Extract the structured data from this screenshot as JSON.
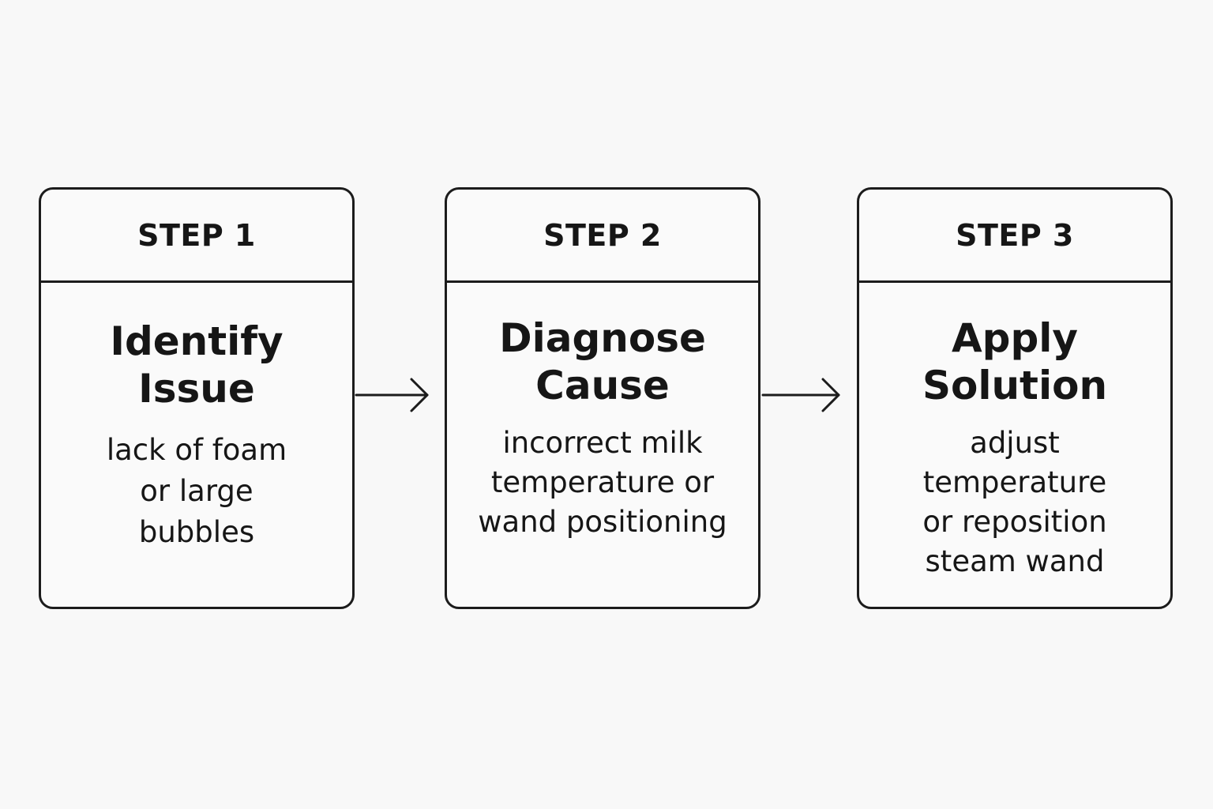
{
  "steps": [
    {
      "label": "STEP 1",
      "title": "Identify\nIssue",
      "description": "lack of foam\nor large\nbubbles"
    },
    {
      "label": "STEP 2",
      "title": "Diagnose\nCause",
      "description": "incorrect milk\ntemperature or\nwand positioning"
    },
    {
      "label": "STEP 3",
      "title": "Apply\nSolution",
      "description": "adjust\ntemperature\nor reposition\nsteam wand"
    }
  ],
  "icons": {
    "connector": "arrow-right-icon"
  },
  "colors": {
    "stroke": "#1c1c1c",
    "background": "#f8f8f8"
  }
}
